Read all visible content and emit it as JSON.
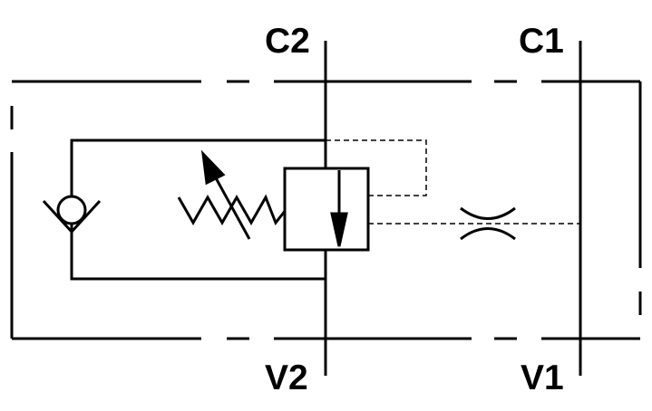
{
  "ports": {
    "c2": "C2",
    "c1": "C1",
    "v2": "V2",
    "v1": "V1"
  },
  "colors": {
    "line": "#000000",
    "background": "#ffffff"
  }
}
